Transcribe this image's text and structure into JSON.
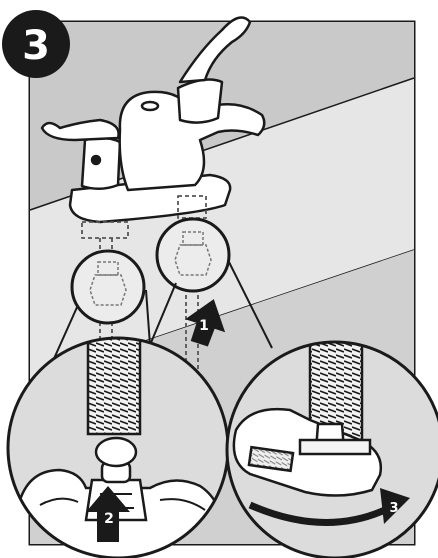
{
  "step": {
    "number": "3"
  },
  "callouts": [
    {
      "number": "1"
    },
    {
      "number": "2"
    },
    {
      "number": "3"
    }
  ],
  "icons": [
    "step-badge",
    "faucet-illustration",
    "supply-line",
    "coupling-nut",
    "wrench",
    "arrow-up",
    "rotation-arrow",
    "magnifier-circle"
  ],
  "colors": {
    "ink": "#1a1a1a",
    "panel": "#d8d8d8",
    "wall": "#bdbdbd",
    "paper": "#ffffff"
  }
}
